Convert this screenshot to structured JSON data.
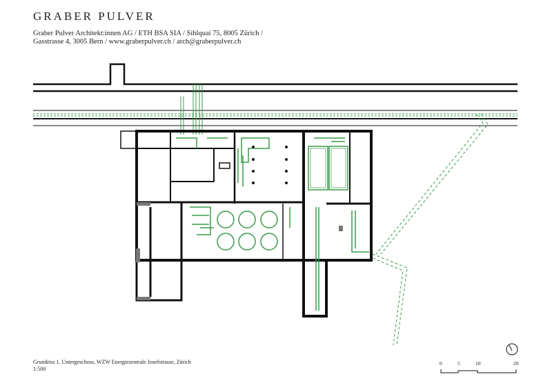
{
  "header": {
    "brand": "GRABER PULVER",
    "address_line1": "Graber Pulver Architekt:innen AG / ETH BSA SIA / Sihlquai 75, 8005 Zürich /",
    "address_line2": "Gasstrasse 4, 3005 Bern / www.graberpulver.ch / arch@graberpulver.ch"
  },
  "caption": {
    "title": "Grundriss 1. Untergeschoss, WZW Energiezentrale Josefstrasse, Zürich",
    "scale": "1:500"
  },
  "scale_bar": {
    "ticks": [
      "0",
      "5",
      "10",
      "20"
    ]
  },
  "icons": {
    "north_arrow": "north-arrow-icon"
  },
  "colors": {
    "wall": "#111111",
    "wall_gray": "#777777",
    "installation": "#3a9a4a"
  }
}
